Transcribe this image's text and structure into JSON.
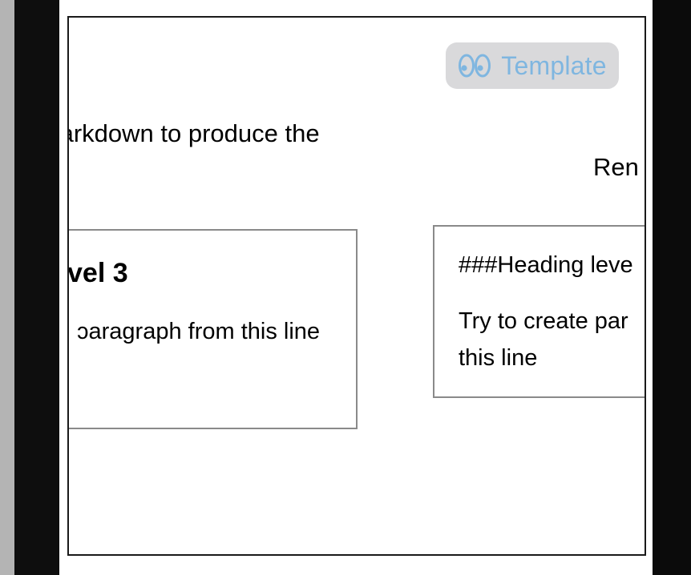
{
  "template_button": {
    "label": "Template",
    "icon": "eyes-icon",
    "color": "#7fb6e0",
    "background": "#d9d9db"
  },
  "instructions": {
    "text": "ıarkdown to produce the"
  },
  "rendered": {
    "label": "Ren",
    "heading": "vel 3",
    "paragraph": "ɔaragraph from this line"
  },
  "markdown_source": {
    "line1": "###Heading leve",
    "line2": "Try to create par",
    "line3": "this line"
  }
}
